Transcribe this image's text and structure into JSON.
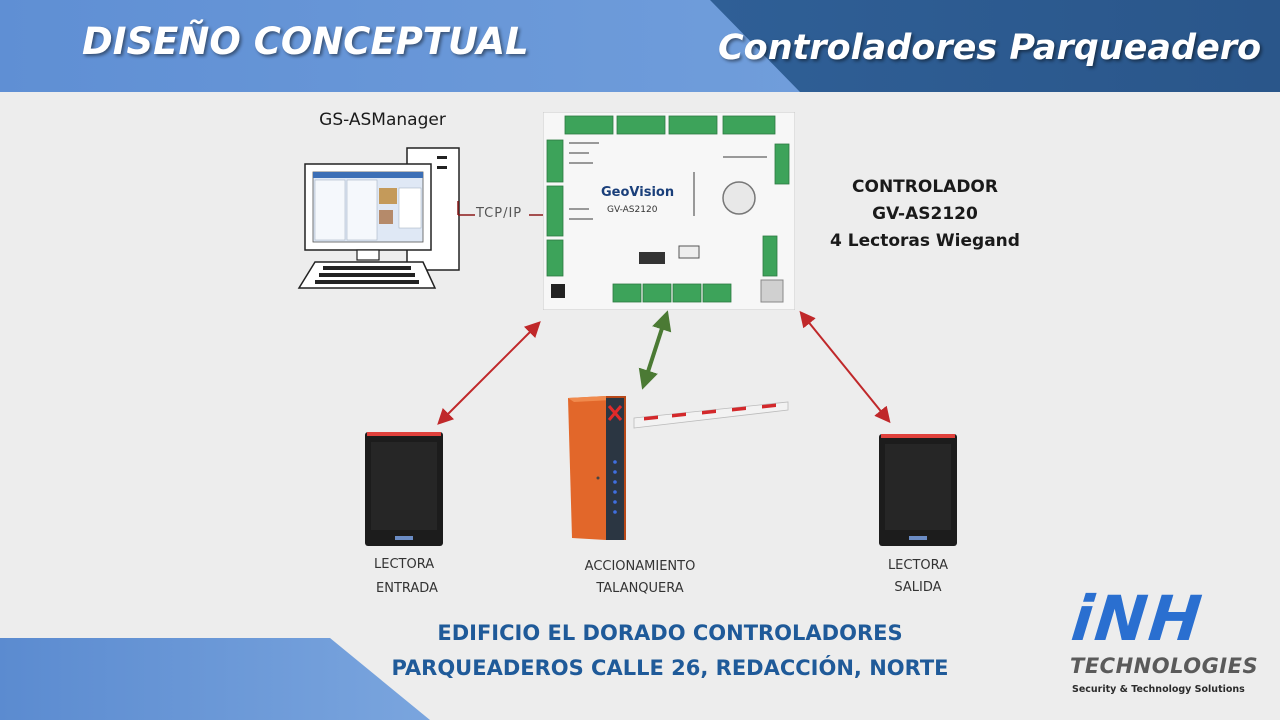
{
  "header": {
    "left_title": "DISEÑO CONCEPTUAL",
    "right_title": "Controladores Parqueadero"
  },
  "software": {
    "label": "GS-ASManager"
  },
  "link": {
    "label": "TCP/IP"
  },
  "controller": {
    "line1": "CONTROLADOR",
    "line2": "GV-AS2120",
    "line3": "4 Lectoras Wiegand",
    "board_brand": "GeoVision",
    "board_model": "GV-AS2120"
  },
  "reader_entry": {
    "line1": "LECTORA",
    "line2": "ENTRADA"
  },
  "barrier": {
    "line1": "ACCIONAMIENTO",
    "line2": "TALANQUERA"
  },
  "reader_exit": {
    "line1": "LECTORA",
    "line2": "SALIDA"
  },
  "footer": {
    "line1": "EDIFICIO EL DORADO CONTROLADORES",
    "line2": "PARQUEADEROS CALLE 26, REDACCIÓN, NORTE"
  },
  "logo": {
    "mark": "iNH",
    "word": "TECHNOLOGIES",
    "tagline": "Security & Technology Solutions"
  },
  "colors": {
    "banner_light": "#6d9bd9",
    "banner_dark": "#2e5c91",
    "arrow_red": "#c0282a",
    "arrow_green": "#4b7a34",
    "footer_text": "#1f5a99",
    "logo_blue": "#2a6fd0"
  }
}
